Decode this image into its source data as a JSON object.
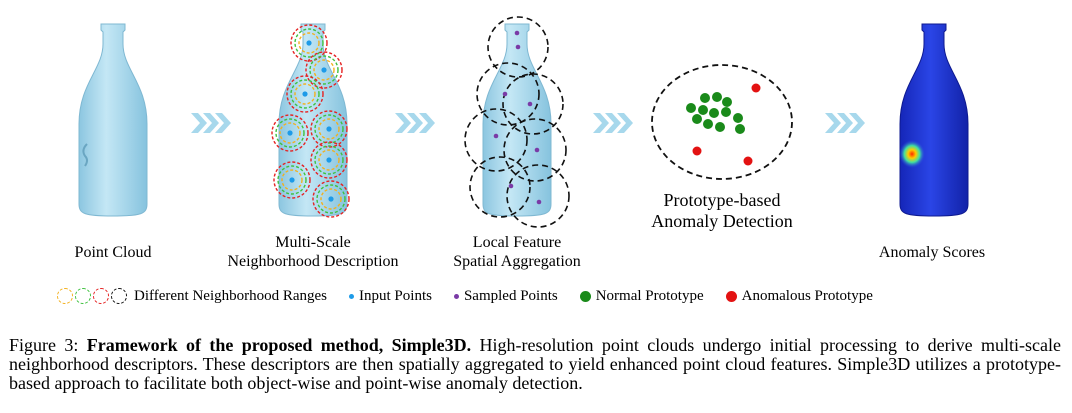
{
  "stages": {
    "point_cloud": "Point Cloud",
    "multi_scale_line1": "Multi-Scale",
    "multi_scale_line2": "Neighborhood Description",
    "local_feature_line1": "Local Feature",
    "local_feature_line2": "Spatial Aggregation",
    "prototype_line1": "Prototype-based",
    "prototype_line2": "Anomaly Detection",
    "anomaly_scores": "Anomaly Scores"
  },
  "legend": {
    "neighborhood_ranges": "Different Neighborhood Ranges",
    "input_points": "Input Points",
    "sampled_points": "Sampled Points",
    "normal_prototype": "Normal Prototype",
    "anomalous_prototype": "Anomalous Prototype"
  },
  "colors": {
    "bottle_fill": "#a9d9ee",
    "input_point": "#1e9be8",
    "sampled_point": "#7a3aa6",
    "normal_prototype": "#1a8a1a",
    "anomalous_prototype": "#e31212",
    "arrow": "#a7d8ec",
    "ring_orange": "#f2b01e",
    "ring_green": "#3fc13f",
    "ring_red": "#e52222",
    "ring_black": "#111111",
    "heatmap_base": "#1c2fd1"
  },
  "caption": {
    "figure_label": "Figure 3: ",
    "bold_title": "Framework of the proposed method, Simple3D.",
    "body": " High-resolution point clouds undergo initial processing to derive multi-scale neighborhood descriptors. These descriptors are then spatially aggregated to yield enhanced point cloud features. Simple3D utilizes a prototype-based approach to facilitate both object-wise and point-wise anomaly detection."
  }
}
